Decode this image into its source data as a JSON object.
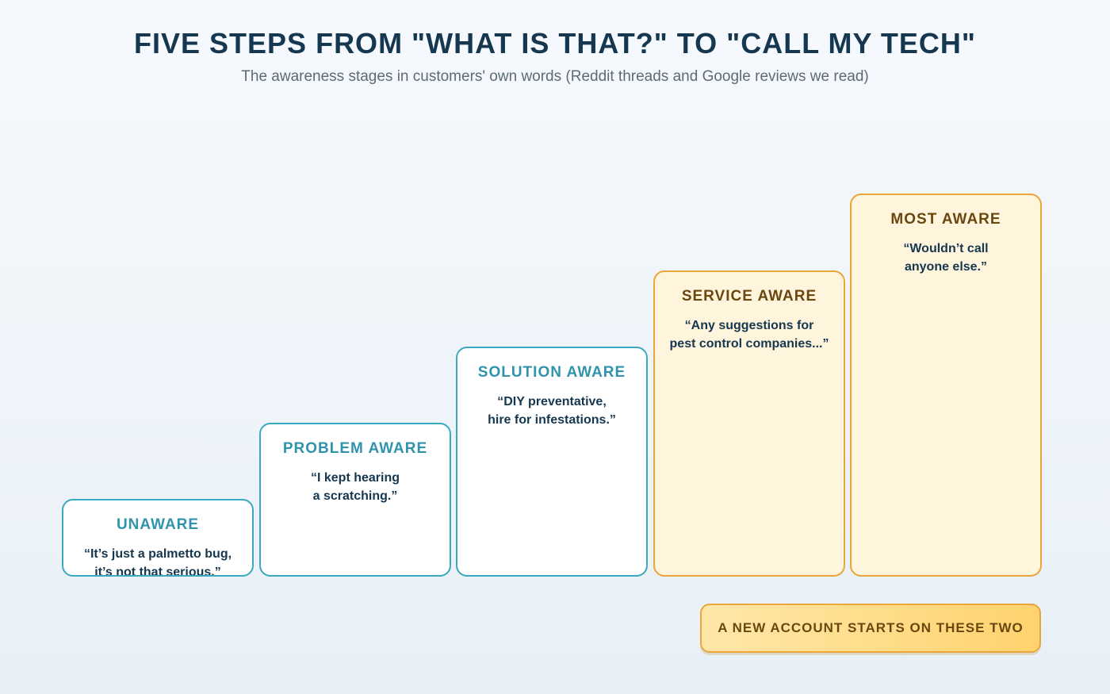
{
  "header": {
    "title": "FIVE STEPS FROM \"WHAT IS THAT?\" TO \"CALL MY TECH\"",
    "subtitle": "The awareness stages in customers' own words (Reddit threads and Google reviews we read)"
  },
  "steps": [
    {
      "label": "UNAWARE",
      "quote_lines": [
        "“It’s just a palmetto bug,",
        "it’s not that serious.”"
      ]
    },
    {
      "label": "PROBLEM AWARE",
      "quote_lines": [
        "“I kept hearing",
        "a scratching.”"
      ]
    },
    {
      "label": "SOLUTION AWARE",
      "quote_lines": [
        "“DIY preventative,",
        "hire for infestations.”"
      ]
    },
    {
      "label": "SERVICE AWARE",
      "quote_lines": [
        "“Any suggestions for",
        "pest control companies...”"
      ]
    },
    {
      "label": "MOST AWARE",
      "quote_lines": [
        "“Wouldn’t call",
        "anyone else.”"
      ]
    }
  ],
  "callout": {
    "text": "A NEW ACCOUNT STARTS ON THESE TWO"
  },
  "colors": {
    "cool_border": "#3aa9bf",
    "warm_border": "#e9a63a",
    "warm_fill": "#fff4dc",
    "title": "#15374f"
  }
}
